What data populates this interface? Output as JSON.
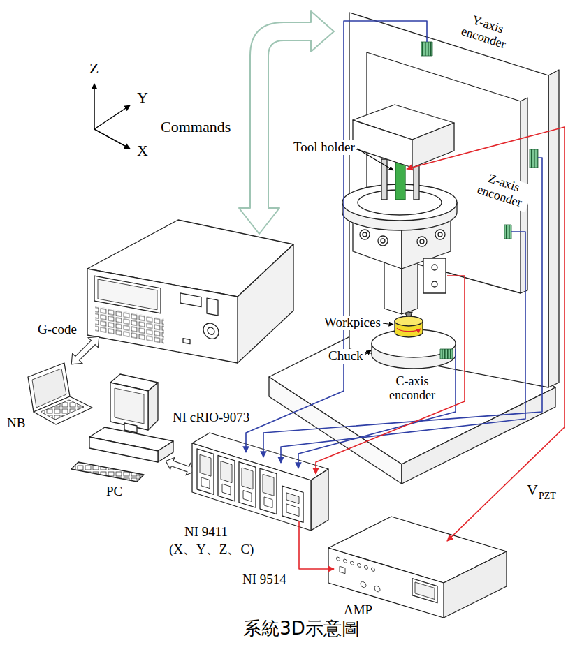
{
  "diagram": {
    "caption": "系統3D示意圖",
    "labels": [
      "Z",
      "Y",
      "X",
      "Commands",
      "Y-axis enconder",
      "Tool holder",
      "Z-axis enconder",
      "G-code",
      "NB",
      "PC",
      "NI cRIO-9073",
      "Workpices",
      "Chuck",
      "C-axis enconder",
      "NI 9411",
      "(X、Y、Z、C)",
      "NI 9514",
      "AMP",
      "V",
      "PZT"
    ]
  }
}
